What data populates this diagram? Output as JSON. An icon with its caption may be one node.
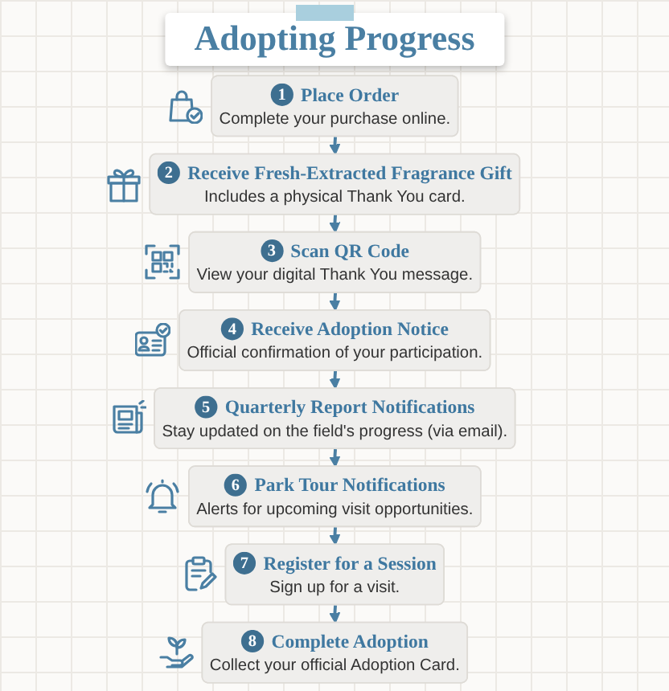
{
  "diagram": {
    "title": "Adopting Progress",
    "nodes": [
      {
        "text": [
          "1",
          "Place Order",
          "Complete your purchase online."
        ]
      },
      {
        "text": [
          "2",
          "Receive Fresh-Extracted Fragrance Gift",
          "Includes a physical Thank You card."
        ]
      },
      {
        "text": [
          "3",
          "Scan QR Code",
          "View your digital Thank You message."
        ]
      },
      {
        "text": [
          "4",
          "Receive Adoption Notice",
          "Official confirmation of your participation."
        ]
      },
      {
        "text": [
          "5",
          "Quarterly Report Notifications",
          "Stay updated on the field's progress (via email)."
        ]
      },
      {
        "text": [
          "6",
          "Park Tour Notifications",
          "Alerts for upcoming visit opportunities."
        ]
      },
      {
        "text": [
          "7",
          "Register for a Session",
          "Sign up for a visit."
        ]
      },
      {
        "text": [
          "8",
          "Complete Adoption",
          "Collect your official Adoption Card."
        ]
      }
    ],
    "edges": [
      {
        "from": 0,
        "to": 1,
        "arrow": "to"
      },
      {
        "from": 1,
        "to": 2,
        "arrow": "to"
      },
      {
        "from": 2,
        "to": 3,
        "arrow": "to"
      },
      {
        "from": 3,
        "to": 4,
        "arrow": "to"
      },
      {
        "from": 4,
        "to": 5,
        "arrow": "to"
      },
      {
        "from": 5,
        "to": 6,
        "arrow": "to"
      },
      {
        "from": 6,
        "to": 7,
        "arrow": "to"
      }
    ]
  }
}
